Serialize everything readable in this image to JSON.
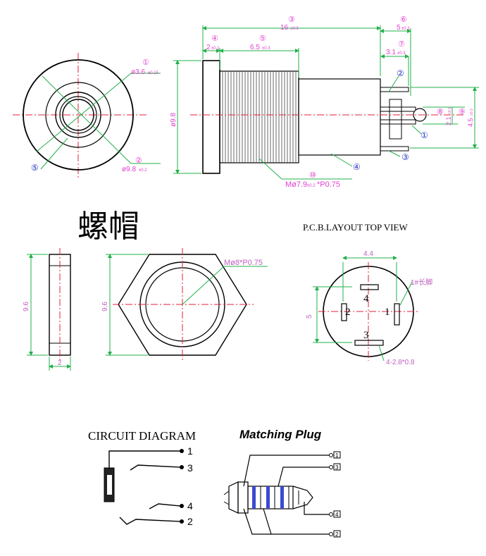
{
  "front_view": {
    "callout_1": "①",
    "dia_inner": "ø3.6",
    "dia_inner_tol": "±0.15",
    "callout_2": "②",
    "dia_outer": "ø9.8",
    "dia_outer_tol": "±0.2",
    "callout_5": "⑤"
  },
  "side_view": {
    "callout_3": "③",
    "len_total": "16",
    "len_total_tol": "±0.3",
    "callout_6": "⑥",
    "len_body": "5",
    "len_body_tol": "±0.3",
    "callout_4": "④",
    "len_flange": "2",
    "len_flange_tol": "±0.1",
    "callout_5": "⑤",
    "len_thread": "6.5",
    "len_thread_tol": "±0.3",
    "callout_7": "⑦",
    "len_pin": "3.1",
    "len_pin_tol": "±0.3",
    "height": "ø9.8",
    "callout_8": "⑧",
    "pin_h": "2.1",
    "pin_h_tol": "±0.1",
    "callout_9": "⑨",
    "pin_span": "4.5",
    "pin_span_tol": "±0.3",
    "pin_2": "②",
    "pin_1": "①",
    "pin_3": "③",
    "pin_4": "④",
    "callout_10": "⑩",
    "thread_spec": "Mø7.9",
    "thread_tol": "±0.2",
    "thread_pitch": "*P0.75"
  },
  "nut_section": {
    "title": "螺帽",
    "height": "9.6",
    "width": "2",
    "hex_height": "9.6",
    "thread": "Mø8*P0.75"
  },
  "pcb": {
    "title": "P.C.B.LAYOUT TOP VIEW",
    "width": "4.4",
    "height": "5",
    "pad_1": "1",
    "pad_2": "2",
    "pad_3": "3",
    "pad_4": "4",
    "long_pin_note": "1#长脚",
    "pad_size": "4-2.8*0.8"
  },
  "circuit": {
    "title": "CIRCUIT DIAGRAM",
    "term_1": "1",
    "term_3": "3",
    "term_4": "4",
    "term_2": "2"
  },
  "plug": {
    "title": "Matching Plug",
    "t1": "1",
    "t3": "3",
    "t4": "4",
    "t2": "2"
  }
}
